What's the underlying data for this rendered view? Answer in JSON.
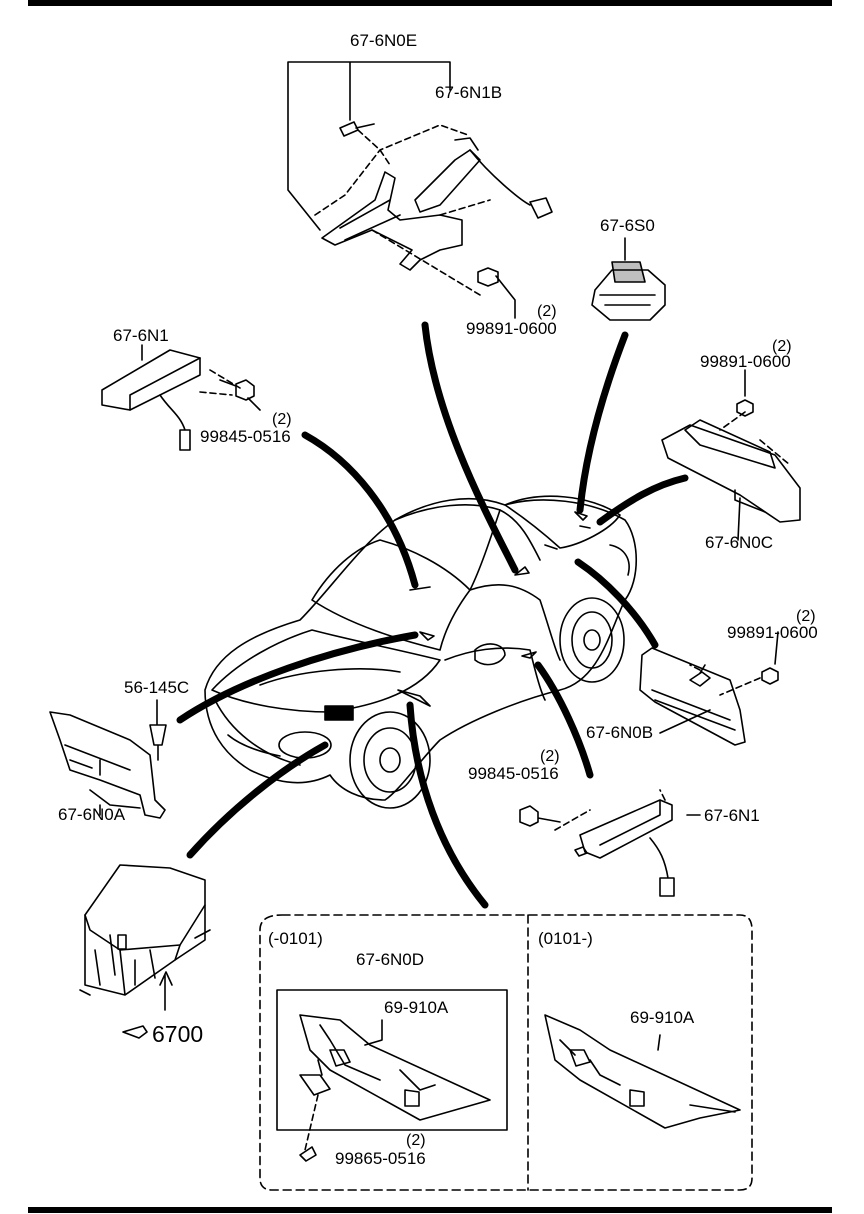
{
  "parts": {
    "p_676n0e": "67-6N0E",
    "p_676n1b": "67-6N1B",
    "p_99891_top": "99891-0600",
    "p_99891_top_qty": "(2)",
    "p_676s0": "67-6S0",
    "p_676n1_left": "67-6N1",
    "p_99845_left": "99845-0516",
    "p_99845_left_qty": "(2)",
    "p_99891_right": "99891-0600",
    "p_99891_right_qty": "(2)",
    "p_676n0c": "67-6N0C",
    "p_99891_mid": "99891-0600",
    "p_99891_mid_qty": "(2)",
    "p_676n0b": "67-6N0B",
    "p_56145c": "56-145C",
    "p_676n0a": "67-6N0A",
    "p_99845_right": "99845-0516",
    "p_99845_right_qty": "(2)",
    "p_676n1_right": "67-6N1",
    "p_6700": "6700"
  },
  "inset": {
    "left_period": "(-0101)",
    "right_period": "(0101-)",
    "p_676n0d": "67-6N0D",
    "p_69910a_left": "69-910A",
    "p_69910a_right": "69-910A",
    "p_99865": "99865-0516",
    "p_99865_qty": "(2)"
  }
}
